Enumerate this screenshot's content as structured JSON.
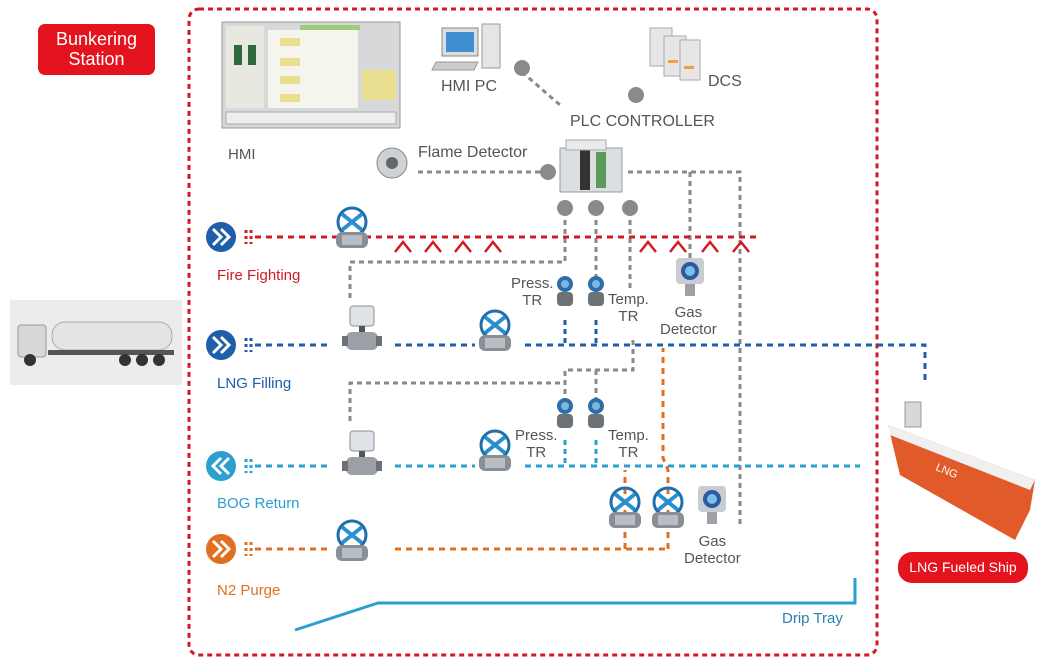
{
  "station_badge": "Bunkering Station",
  "labels": {
    "hmi": "HMI",
    "hmi_pc": "HMI PC",
    "dcs": "DCS",
    "plc": "PLC CONTROLLER",
    "flame": "Flame Detector",
    "press_tr": "Press.\nTR",
    "temp_tr": "Temp.\nTR",
    "gas": "Gas\nDetector",
    "drip_tray": "Drip Tray"
  },
  "lines": [
    {
      "name": "Fire Fighting",
      "color": "#d21a24"
    },
    {
      "name": "LNG Filling",
      "color": "#1f5ea8"
    },
    {
      "name": "BOG Return",
      "color": "#2a9fd0"
    },
    {
      "name": "N2 Purge",
      "color": "#e07020"
    }
  ],
  "ship_badge": "LNG Fueled Ship",
  "ship_hull_text": "LNG"
}
